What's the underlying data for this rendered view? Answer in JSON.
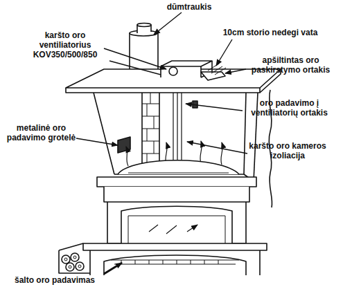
{
  "diagram": {
    "labels": [
      "dūmtraukis",
      "karšto oro ventiliatorius KOV350/500/850",
      "10cm storio nedegi vata",
      "apšiltintas oro paskirstymo ortakis",
      "oro padavimo į ventiliatorių ortakis",
      "metalinė oro padavimo grotelė",
      "karšto oro kameros izoliacija",
      "šalto oro padavimas"
    ]
  }
}
